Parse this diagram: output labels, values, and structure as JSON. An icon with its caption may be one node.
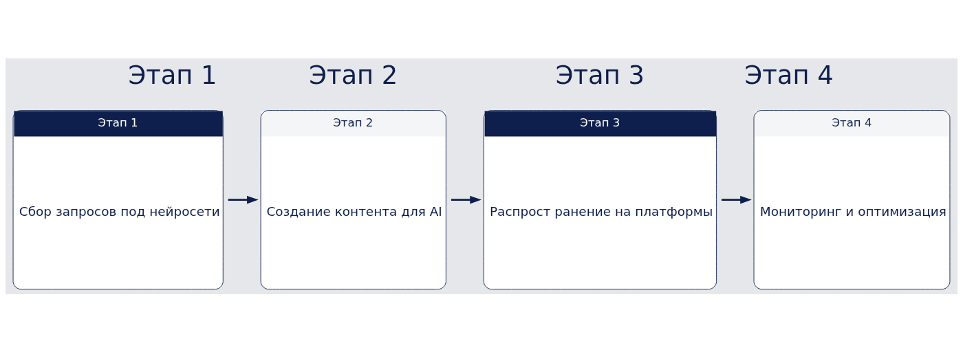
{
  "diagram": {
    "nodes": [
      {
        "text": [
          "Этап 1",
          "Сбор запросов под нейросети"
        ]
      },
      {
        "text": [
          "Этап 2",
          "Создание контента для AI"
        ]
      },
      {
        "text": [
          "Этап 3",
          "Распрост ранение на платформы"
        ]
      },
      {
        "text": [
          "Этап 4",
          "Мониторинг и оптимизация"
        ]
      }
    ],
    "edges": [
      {
        "from": 0,
        "to": 1,
        "arrow": "to"
      },
      {
        "from": 1,
        "to": 2,
        "arrow": "to"
      },
      {
        "from": 2,
        "to": 3,
        "arrow": "to"
      }
    ],
    "labels": [
      "Этап 1",
      "Этап 2",
      "Этап 3",
      "Этап 4"
    ]
  }
}
